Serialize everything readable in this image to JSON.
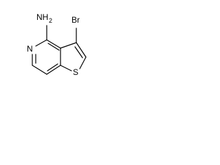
{
  "structure": {
    "atoms": {
      "amine": "NH",
      "amine_sub": "2",
      "bromine": "Br",
      "ring_nitrogen": "N",
      "sulfur": "S"
    }
  }
}
